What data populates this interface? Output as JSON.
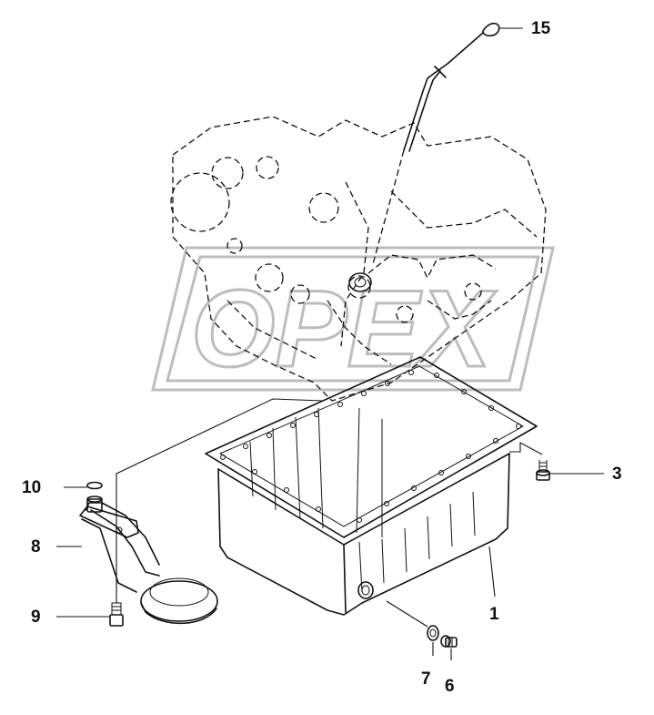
{
  "diagram": {
    "watermark_brand": "OPEX",
    "callouts": [
      {
        "id": "15",
        "label": "15"
      },
      {
        "id": "3",
        "label": "3"
      },
      {
        "id": "10",
        "label": "10"
      },
      {
        "id": "8",
        "label": "8"
      },
      {
        "id": "9",
        "label": "9"
      },
      {
        "id": "1",
        "label": "1"
      },
      {
        "id": "7",
        "label": "7"
      },
      {
        "id": "6",
        "label": "6"
      }
    ]
  }
}
